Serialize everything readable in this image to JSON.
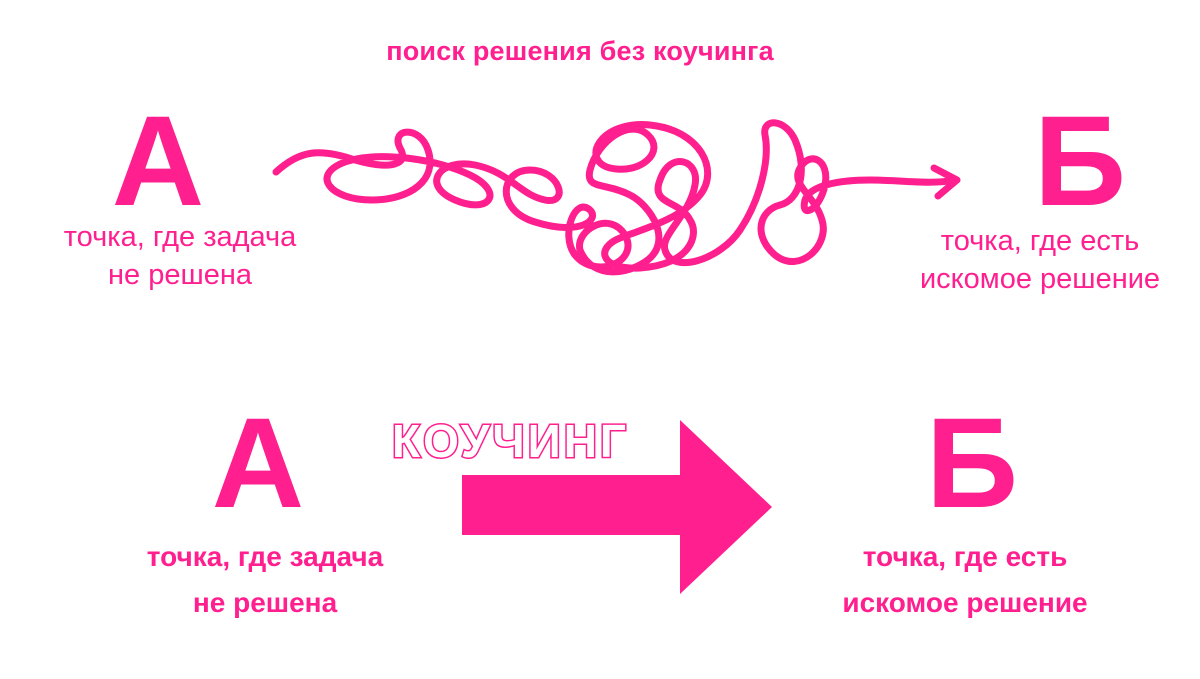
{
  "diagram": {
    "top": {
      "title": "поиск решения без коучинга",
      "start_letter": "А",
      "start_caption_line1": "точка, где задача",
      "start_caption_line2": "не решена",
      "end_letter": "Б",
      "end_caption_line1": "точка, где есть",
      "end_caption_line2": "искомое решение"
    },
    "bottom": {
      "arrow_label": "КОУЧИНГ",
      "start_letter": "А",
      "start_caption_line1": "точка, где задача",
      "start_caption_line2": "не решена",
      "end_letter": "Б",
      "end_caption_line1": "точка, где есть",
      "end_caption_line2": "искомое решение"
    },
    "colors": {
      "accent": "#ff1f8f",
      "background": "#ffffff"
    }
  }
}
